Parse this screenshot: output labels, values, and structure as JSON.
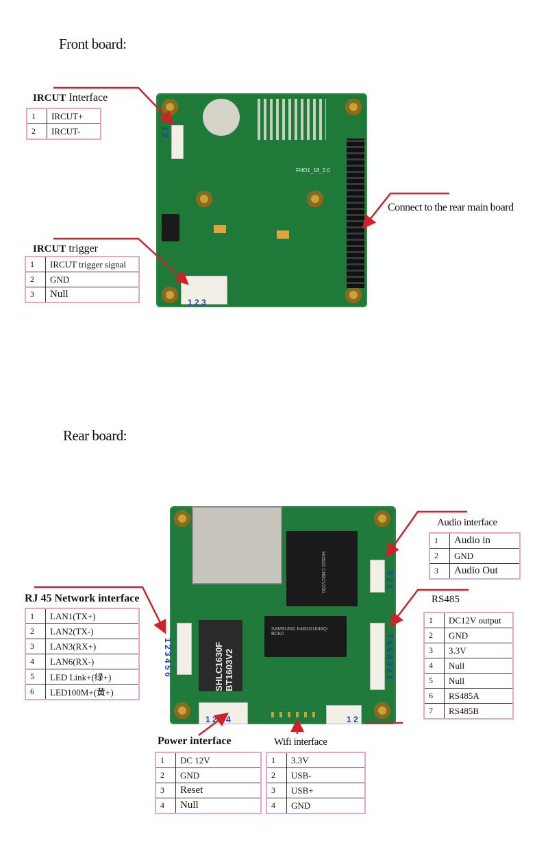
{
  "front": {
    "heading": "Front board:",
    "ircut": {
      "label_bold": "IRCUT",
      "label_rest": " Interface",
      "rows": [
        [
          "1",
          "IRCUT+"
        ],
        [
          "2",
          "IRCUT-"
        ]
      ],
      "pin_numbers": "1 2"
    },
    "trigger": {
      "label_bold": "IRCUT",
      "label_rest": " trigger",
      "rows": [
        [
          "1",
          "IRCUT trigger signal"
        ],
        [
          "2",
          "GND"
        ],
        [
          "3",
          "Null"
        ]
      ],
      "pin_numbers": "1 2 3"
    },
    "rear_connect": "Connect to the rear main board",
    "silkscreen": "FHD1_18_2.0"
  },
  "rear": {
    "heading": "Rear board:",
    "audio": {
      "label": "Audio interface",
      "rows": [
        [
          "1",
          "Audio in"
        ],
        [
          "2",
          "GND"
        ],
        [
          "3",
          "Audio Out"
        ]
      ],
      "pin_numbers": "3 2 1"
    },
    "rs485": {
      "label": "RS485",
      "rows": [
        [
          "1",
          "DC12V output"
        ],
        [
          "2",
          "GND"
        ],
        [
          "3",
          "3.3V"
        ],
        [
          "4",
          "Null"
        ],
        [
          "5",
          "Null"
        ],
        [
          "6",
          "RS485A"
        ],
        [
          "7",
          "RS485B"
        ]
      ],
      "pin_numbers": "7 6 5 4 3 2 1"
    },
    "rj45": {
      "label": "RJ 45 Network interface",
      "rows": [
        [
          "1",
          "LAN1(TX+)"
        ],
        [
          "2",
          "LAN2(TX-)"
        ],
        [
          "3",
          "LAN3(RX+)"
        ],
        [
          "4",
          "LAN6(RX-)"
        ],
        [
          "5",
          "LED Link+(绿+)"
        ],
        [
          "6",
          "LED100M+(黄+)"
        ]
      ],
      "pin_numbers": "1 2 3 4 5 6"
    },
    "power": {
      "label": "Power interface",
      "rows": [
        [
          "1",
          "DC 12V"
        ],
        [
          "2",
          "GND"
        ],
        [
          "3",
          "Reset"
        ],
        [
          "4",
          "Null"
        ]
      ],
      "pin_numbers": "1 2 3 4"
    },
    "wifi": {
      "label": "Wifi interface",
      "rows": [
        [
          "1",
          "3.3V"
        ],
        [
          "2",
          "USB-"
        ],
        [
          "3",
          "USB+"
        ],
        [
          "4",
          "GND"
        ]
      ]
    },
    "power_small_pins": "1 2",
    "chip_soc": "HI3516 CRBCV200",
    "chip_ram": "SAMSUNG K4B2G1646Q-BCK0",
    "chip_lan": "SHLC1630F BT1603V2"
  },
  "colors": {
    "arrow": "#d0212a",
    "table_border": "#e7a6c9",
    "pcb": "#1f7a3a",
    "pin_numbers": "#1b3fb8"
  }
}
